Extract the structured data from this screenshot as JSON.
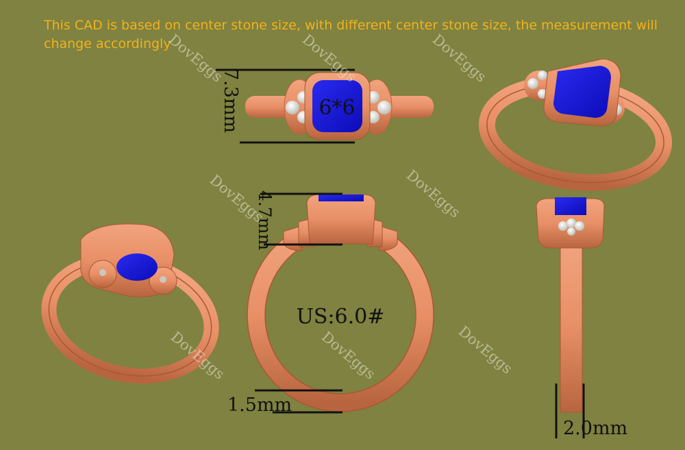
{
  "note": {
    "line1": "This CAD is based on center stone size, with different center stone size, the measurement will",
    "line2": "change accordingly"
  },
  "labels": {
    "stone_size": "6*6",
    "top_height": "7.3mm",
    "head_height": "4.7mm",
    "ring_size": "US:6.0#",
    "band_thickness": "1.5mm",
    "band_width": "2.0mm"
  },
  "watermark": "DovEggs",
  "colors": {
    "background": "#7f8240",
    "metal": "#e8916a",
    "metal_dark": "#b8653f",
    "stone": "#1b1be0",
    "accent_stone": "#dcdcd6",
    "note_text": "#f2b21b"
  }
}
